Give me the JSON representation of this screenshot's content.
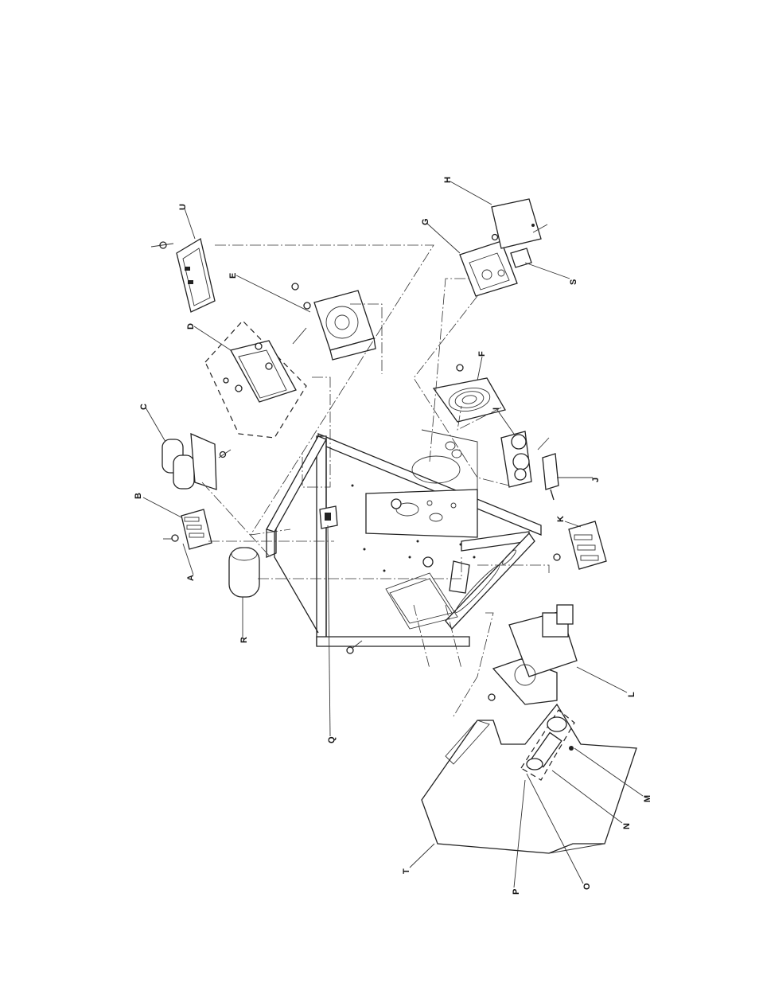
{
  "labels": {
    "A": "A",
    "B": "B",
    "C": "C",
    "D": "D",
    "E": "E",
    "F": "F",
    "G": "G",
    "H": "H",
    "I": "I",
    "J": "J",
    "K": "K",
    "L": "L",
    "M": "M",
    "N": "N",
    "O": "O",
    "P": "P",
    "Q": "Q",
    "R": "R",
    "S": "S",
    "T": "T",
    "U": "U"
  },
  "colors": {
    "ink": "#222222",
    "paper": "#ffffff"
  }
}
